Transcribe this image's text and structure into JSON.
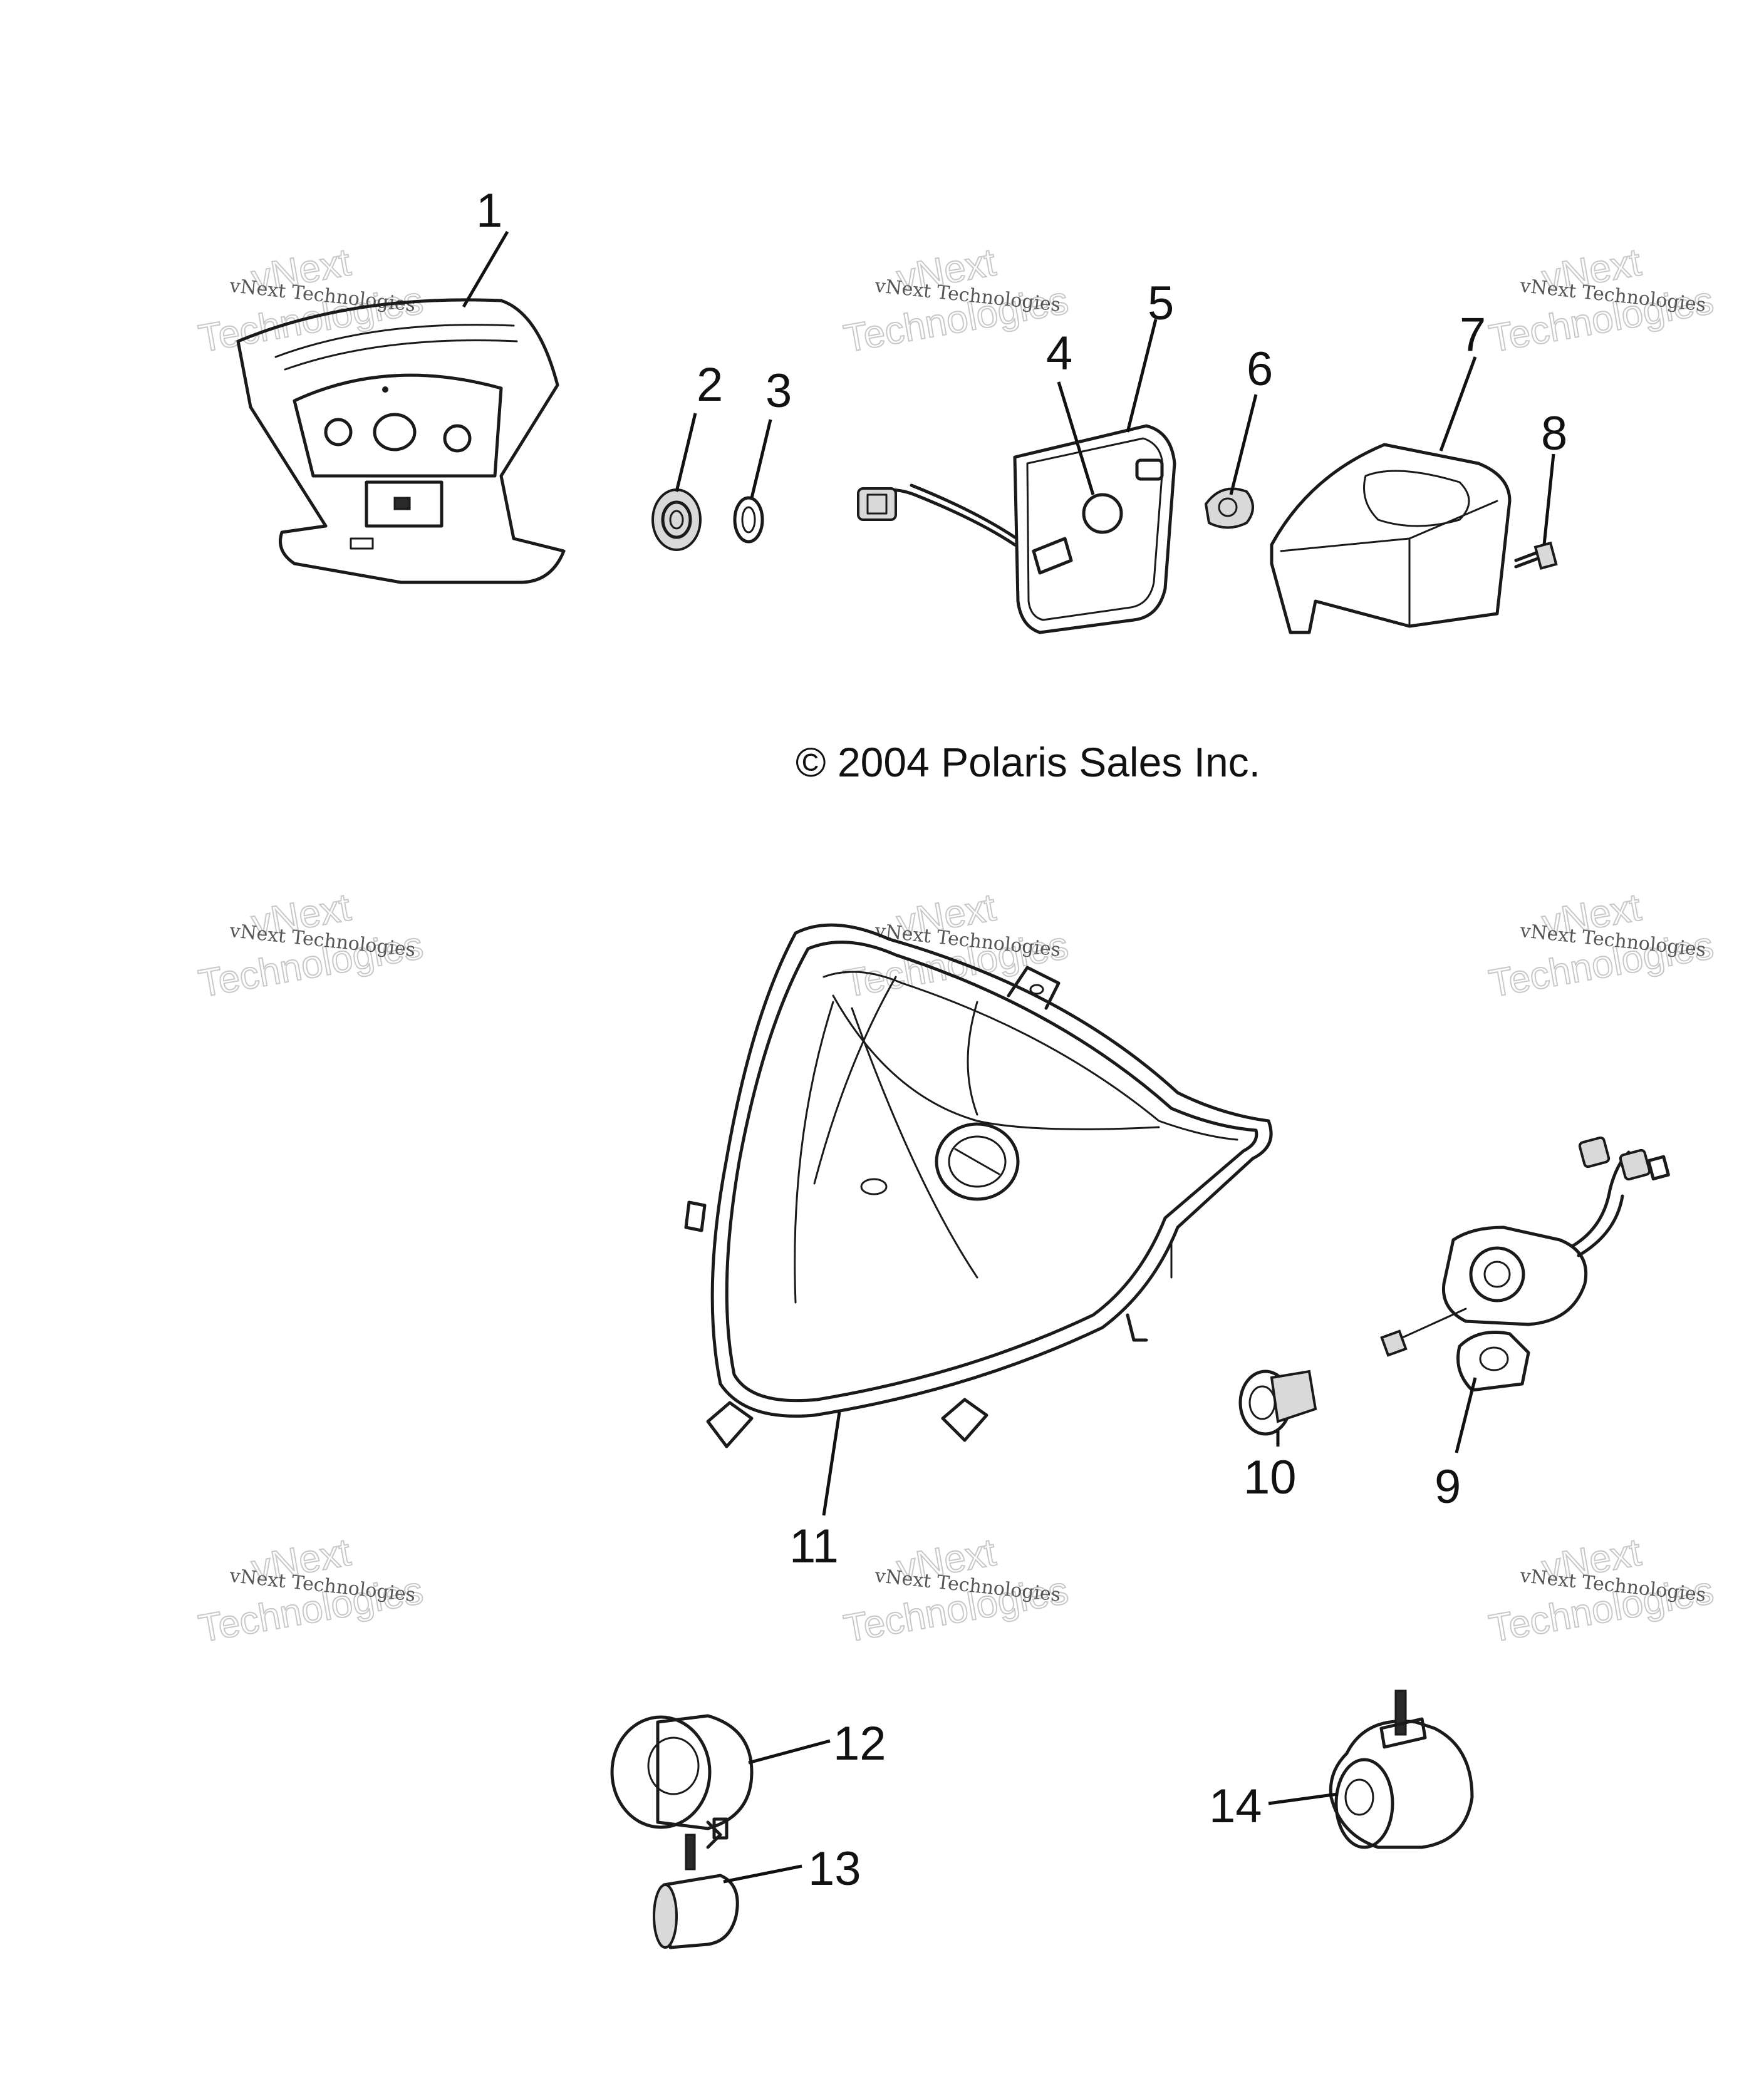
{
  "copyright": "© 2004 Polaris Sales Inc.",
  "watermark": {
    "company": "vNext Technologies",
    "line1": "vNext",
    "line2": "Technologies"
  },
  "callouts": [
    "1",
    "2",
    "3",
    "4",
    "5",
    "6",
    "7",
    "8",
    "9",
    "10",
    "11",
    "12",
    "13",
    "14"
  ]
}
